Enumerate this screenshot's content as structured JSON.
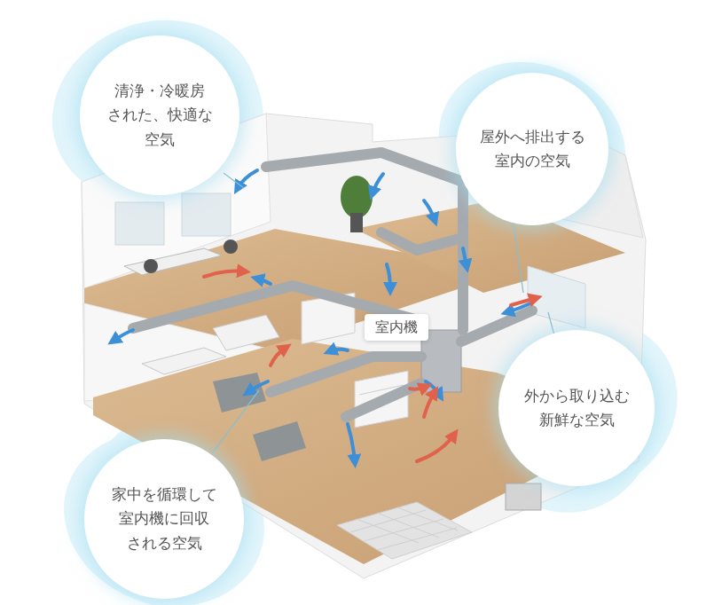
{
  "diagram": {
    "nodes": [
      {
        "text": [
          "清浄・冷暖房 された、快適な 空気"
        ]
      },
      {
        "text": [
          "屋外へ排出する 室内の空気"
        ]
      },
      {
        "text": [
          "室内機"
        ]
      },
      {
        "text": [
          "外から取り込む 新鮮な空気"
        ]
      },
      {
        "text": [
          "家中を循環して 室内機に回収 される空気"
        ]
      }
    ]
  }
}
